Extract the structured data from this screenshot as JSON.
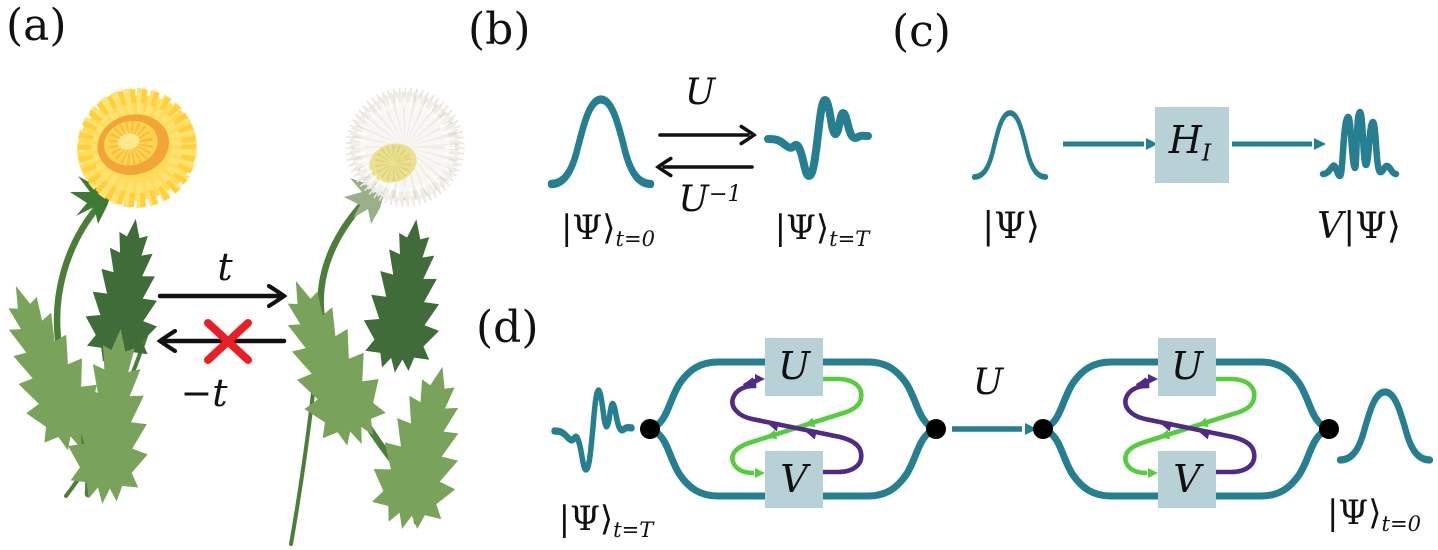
{
  "figure": {
    "panel_a": {
      "label": "(a)",
      "time_forward": "t",
      "time_backward": "−t"
    },
    "panel_b": {
      "label": "(b)",
      "op_forward": "U",
      "op_inverse_base": "U",
      "op_inverse_exp": "−1",
      "ket_initial": "|Ψ⟩",
      "ket_initial_sub": "t=0",
      "ket_final": "|Ψ⟩",
      "ket_final_sub": "t=T"
    },
    "panel_c": {
      "label": "(c)",
      "hamiltonian_base": "H",
      "hamiltonian_sub": "I",
      "ket_in": "|Ψ⟩",
      "ket_out_prefix": "V",
      "ket_out": "|Ψ⟩"
    },
    "panel_d": {
      "label": "(d)",
      "u_gate": "U",
      "v_gate": "V",
      "link_op": "U",
      "ket_left": "|Ψ⟩",
      "ket_left_sub": "t=T",
      "ket_right": "|Ψ⟩",
      "ket_right_sub": "t=0"
    },
    "colors": {
      "teal": "#267F90",
      "gate_box": "#B8D1D7",
      "loop_green": "#57CC3F",
      "loop_purple": "#502B85",
      "cross_red": "#EC1E25",
      "arrow_black": "#111111",
      "leaf_dark": "#3F6C38",
      "leaf_light": "#79A35B",
      "stem_green": "#4C7E3A",
      "petal_yellow": "#FFDB57",
      "petal_orange": "#F2A437",
      "puff_white": "#F2F1EC",
      "puff_yellow": "#EAE08F"
    }
  }
}
